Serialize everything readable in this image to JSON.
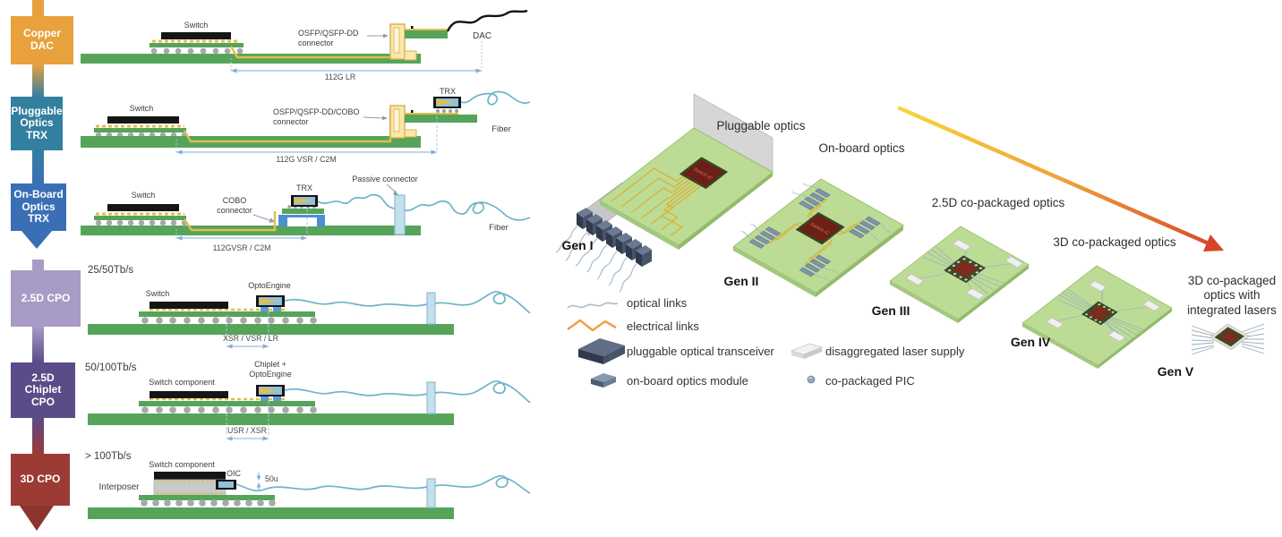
{
  "left_flow": {
    "steps": [
      {
        "label": "Copper DAC",
        "color": "#E8A13C"
      },
      {
        "label": "Pluggable Optics TRX",
        "color": "#337F9F"
      },
      {
        "label": "On-Board Optics TRX",
        "color": "#3B6FB5"
      },
      {
        "label": "2.5D CPO",
        "color": "#A89BC6"
      },
      {
        "label": "2.5D Chiplet CPO",
        "color": "#5B4B88"
      },
      {
        "label": "3D CPO",
        "color": "#9C3A34"
      }
    ]
  },
  "rows": {
    "r1": {
      "switch": "Switch",
      "conn1": "OSFP/QSFP-DD",
      "conn2": "connector",
      "dac": "DAC",
      "dim": "112G LR"
    },
    "r2": {
      "switch": "Switch",
      "conn1": "OSFP/QSFP-DD/COBO",
      "conn2": "connector",
      "trx": "TRX",
      "fiber": "Fiber",
      "dim": "112G VSR / C2M"
    },
    "r3": {
      "switch": "Switch",
      "conn1": "COBO",
      "conn2": "connector",
      "trx": "TRX",
      "passive": "Passive connector",
      "fiber": "Fiber",
      "dim": "112GVSR / C2M"
    },
    "r4": {
      "cap": "25/50Tb/s",
      "switch": "Switch",
      "engine": "OptoEngine",
      "dim": "XSR / VSR / LR"
    },
    "r5": {
      "cap": "50/100Tb/s",
      "switch": "Switch component",
      "eng1": "Chiplet +",
      "eng2": "OptoEngine",
      "dim": "USR / XSR"
    },
    "r6": {
      "cap": "> 100Tb/s",
      "switch": "Switch component",
      "interposer": "Interposer",
      "oic": "OIC",
      "gap": "50u"
    }
  },
  "evolution": {
    "chip": "Switch IC",
    "stages": [
      {
        "gen": "Gen I",
        "title": "Pluggable optics"
      },
      {
        "gen": "Gen II",
        "title": "On-board optics"
      },
      {
        "gen": "Gen III",
        "title": "2.5D co-packaged optics"
      },
      {
        "gen": "Gen IV",
        "title": "3D co-packaged optics"
      },
      {
        "gen": "Gen V",
        "title": "3D co-packaged optics with integrated lasers"
      }
    ]
  },
  "legend": {
    "items": [
      "optical links",
      "electrical links",
      "pluggable optical transceiver",
      "on-board optics module",
      "disaggregated laser supply",
      "co-packaged PIC"
    ]
  },
  "colors": {
    "pcb_green": "#55A45A",
    "board_green": "#BCDC96",
    "trace_yellow": "#E3BE4B",
    "fiber_blue": "#6FB3C9",
    "connector_fill": "#FAE8AC",
    "passive_blue": "#C4E0EC",
    "chip_red": "#6E1F15",
    "arrow_start": "#F6D63E",
    "arrow_end": "#D6452A",
    "flow": [
      "#E8A13C",
      "#337F9F",
      "#3B6FB5",
      "#A89BC6",
      "#5B4B88",
      "#9C3A34"
    ]
  }
}
